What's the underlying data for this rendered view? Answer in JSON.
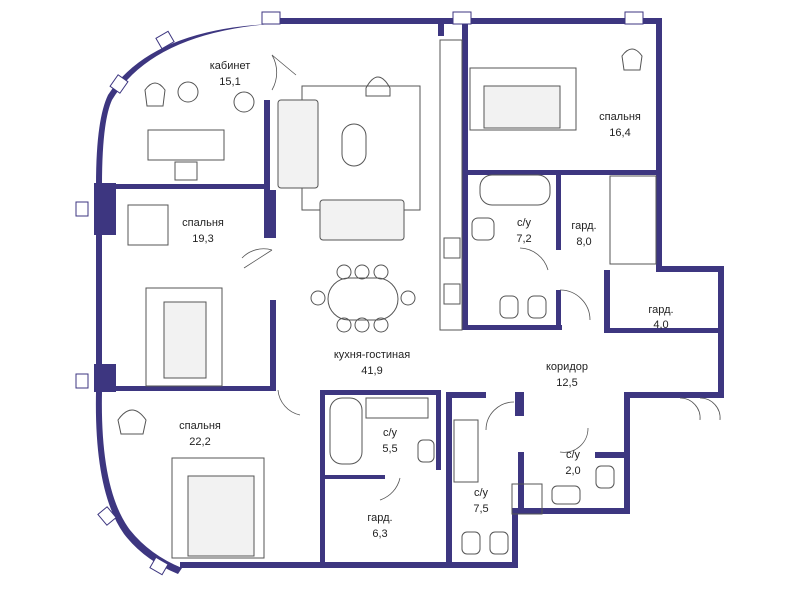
{
  "colors": {
    "wall": "#3d3680",
    "background": "#ffffff",
    "furniture_stroke": "#555555",
    "text": "#222222"
  },
  "rooms": [
    {
      "key": "cabinet",
      "name": "кабинет",
      "area": "15,1"
    },
    {
      "key": "bedroom_top",
      "name": "спальня",
      "area": "16,4"
    },
    {
      "key": "bedroom_left",
      "name": "спальня",
      "area": "19,3"
    },
    {
      "key": "bath_top",
      "name": "с/у",
      "area": "7,2"
    },
    {
      "key": "ward_top",
      "name": "гард.",
      "area": "8,0"
    },
    {
      "key": "ward_small",
      "name": "гард.",
      "area": "4,0"
    },
    {
      "key": "kitchen",
      "name": "кухня-гостиная",
      "area": "41,9"
    },
    {
      "key": "corridor",
      "name": "коридор",
      "area": "12,5"
    },
    {
      "key": "bedroom_bottom",
      "name": "спальня",
      "area": "22,2"
    },
    {
      "key": "bath_mid",
      "name": "с/у",
      "area": "5,5"
    },
    {
      "key": "bath_small",
      "name": "с/у",
      "area": "2,0"
    },
    {
      "key": "ward_bottom",
      "name": "гард.",
      "area": "6,3"
    },
    {
      "key": "bath_bottom",
      "name": "с/у",
      "area": "7,5"
    }
  ]
}
